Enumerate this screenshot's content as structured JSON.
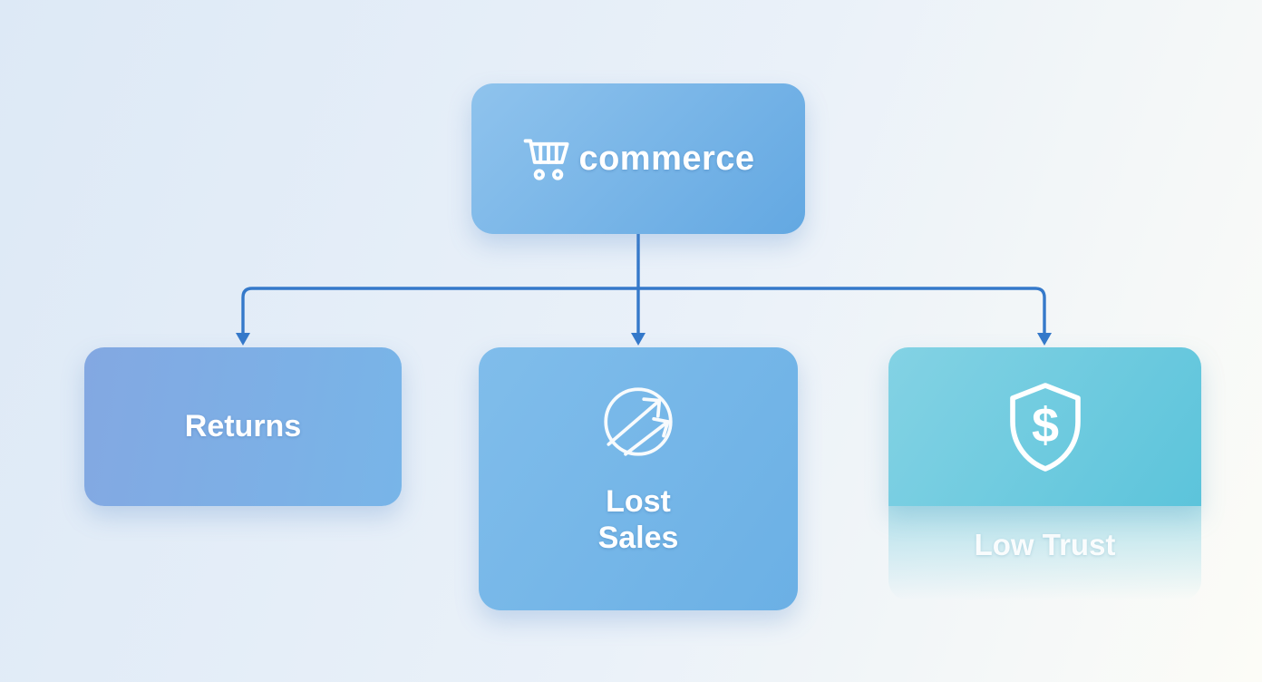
{
  "root_node": {
    "label": "commerce",
    "icon": "shopping-cart-icon"
  },
  "child_nodes": [
    {
      "id": "returns",
      "label": "Returns"
    },
    {
      "id": "lost-sales",
      "label": "Lost Sales",
      "icon": "exchange-growth-icon"
    },
    {
      "id": "low-trust",
      "label": "Low Trust",
      "icon": "shield-dollar-icon"
    }
  ],
  "colors": {
    "connector": "#3579ca",
    "bg_start": "#dde9f6",
    "bg_mid": "#eaf1f9",
    "bg_end": "#fcfcf7",
    "root_grad_a": "#8fc3ed",
    "root_grad_b": "#63a8e2",
    "returns_grad_a": "#83a8e2",
    "returns_grad_b": "#78b5e8",
    "lost_grad_a": "#80bdeb",
    "lost_grad_b": "#6bb0e5",
    "trust_grad_a": "#83d2e4",
    "trust_grad_b": "#5cc4db",
    "node_text": "#ffffff"
  }
}
